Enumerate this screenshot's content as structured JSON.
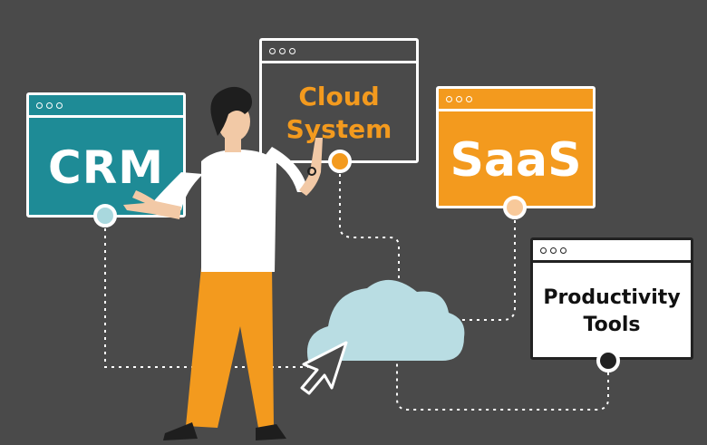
{
  "windows": {
    "crm": {
      "label": "CRM"
    },
    "cloud_system": {
      "line1": "Cloud",
      "line2": "System"
    },
    "saas": {
      "label": "SaaS"
    },
    "productivity": {
      "line1": "Productivity",
      "line2": "Tools"
    }
  },
  "colors": {
    "background": "#4a4a4a",
    "teal": "#1e8b96",
    "orange": "#f39a1e",
    "white": "#ffffff",
    "cloud": "#b9dde3"
  },
  "icons": [
    "window-dots-icon",
    "cloud-icon",
    "cursor-icon",
    "person-illustration"
  ]
}
